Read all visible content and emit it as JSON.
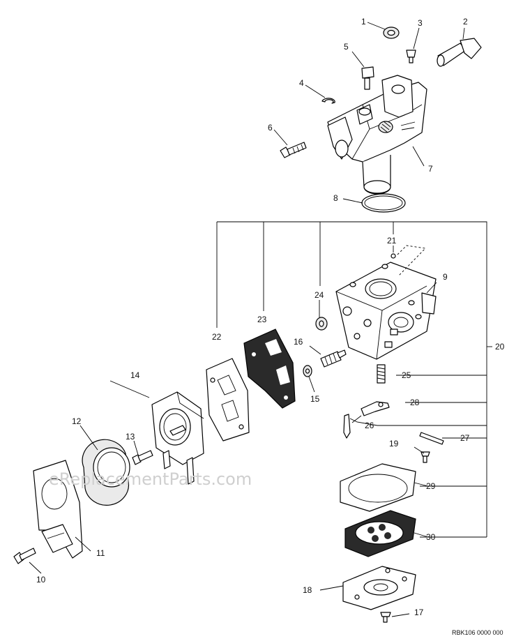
{
  "watermark": "eReplacementParts.com",
  "reference_code": "RBK106 0000 000",
  "callouts": {
    "c1": "1",
    "c2": "2",
    "c3": "3",
    "c4": "4",
    "c5": "5",
    "c6": "6",
    "c7": "7",
    "c8": "8",
    "c9": "9",
    "c10": "10",
    "c11": "11",
    "c12": "12",
    "c13": "13",
    "c14": "14",
    "c15": "15",
    "c16": "16",
    "c17": "17",
    "c18": "18",
    "c19": "19",
    "c20": "20",
    "c21": "21",
    "c22": "22",
    "c23": "23",
    "c24": "24",
    "c25": "25",
    "c26": "26",
    "c27": "27",
    "c28": "28",
    "c29": "29",
    "c30": "30"
  }
}
